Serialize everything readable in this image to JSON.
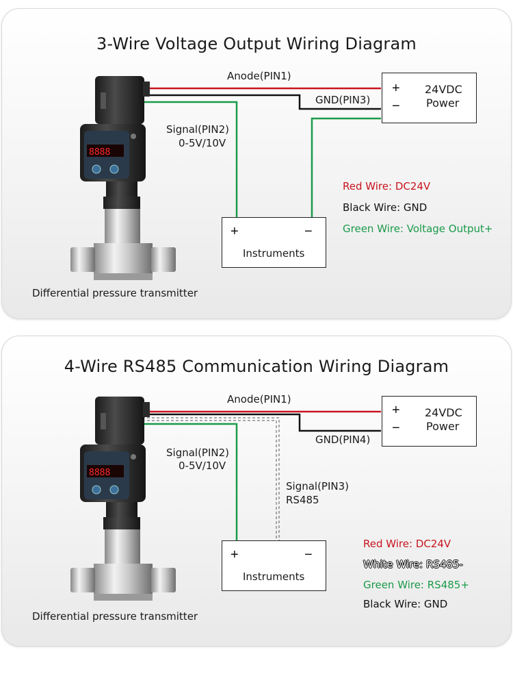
{
  "diagram1": {
    "title": "3-Wire Voltage Output Wiring Diagram",
    "anode_label": "Anode(PIN1)",
    "gnd_label": "GND(PIN3)",
    "signal_label": "Signal(PIN2)",
    "signal_range": "0-5V/10V",
    "power_plus": "+",
    "power_minus": "−",
    "power_line1": "24VDC",
    "power_line2": "Power",
    "instr_plus": "+",
    "instr_minus": "−",
    "instruments_label": "Instruments",
    "device_caption": "Differential pressure transmitter",
    "legend": [
      {
        "text": "Red Wire: DC24V",
        "color": "#c8141e"
      },
      {
        "text": "Black Wire: GND",
        "color": "#111111"
      },
      {
        "text": "Green Wire: Voltage Output+",
        "color": "#1a9a4a"
      }
    ]
  },
  "diagram2": {
    "title": "4-Wire RS485 Communication Wiring Diagram",
    "anode_label": "Anode(PIN1)",
    "gnd_label": "GND(PIN4)",
    "signal_label": "Signal(PIN2)",
    "signal_range": "0-5V/10V",
    "rs485_label": "Signal(PIN3)",
    "rs485_sub": "RS485",
    "power_plus": "+",
    "power_minus": "−",
    "power_line1": "24VDC",
    "power_line2": "Power",
    "instr_plus": "+",
    "instr_minus": "−",
    "instruments_label": "Instruments",
    "device_caption": "Differential pressure transmitter",
    "legend": [
      {
        "text": "Red Wire: DC24V",
        "color": "#c8141e"
      },
      {
        "text": "White Wire: RS485-",
        "color": "#ffffff"
      },
      {
        "text": "Green Wire: RS485+",
        "color": "#1a9a4a"
      },
      {
        "text": "Black Wire: GND",
        "color": "#111111"
      }
    ]
  },
  "colors": {
    "red_wire": "#c8141e",
    "black_wire": "#111111",
    "green_wire": "#1a9a4a",
    "white_wire": "#ffffff"
  }
}
